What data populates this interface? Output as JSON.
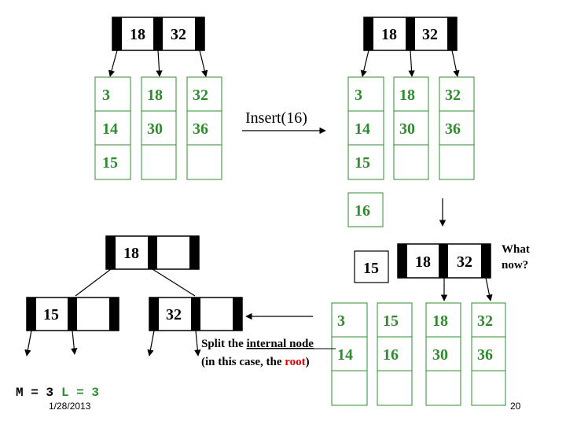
{
  "colors": {
    "leaf": "#2e8b2e",
    "root_word": "#e00000",
    "ink": "#000000"
  },
  "panel_top_left": {
    "root_keys": [
      "18",
      "32"
    ],
    "leaves": [
      [
        "3",
        "14",
        "15"
      ],
      [
        "18",
        "30",
        ""
      ],
      [
        "32",
        "36",
        ""
      ]
    ]
  },
  "insert_label": "Insert(16)",
  "panel_top_right": {
    "root_keys": [
      "18",
      "32"
    ],
    "leaves": [
      [
        "3",
        "14",
        "15"
      ],
      [
        "18",
        "30",
        ""
      ],
      [
        "32",
        "36",
        ""
      ]
    ],
    "overflow_value": "16"
  },
  "panel_bottom_right": {
    "promoted_key": "15",
    "root_keys": [
      "18",
      "32"
    ],
    "question_line1": "What",
    "question_line2": "now?",
    "leaves": [
      [
        "3",
        "14",
        ""
      ],
      [
        "15",
        "16",
        ""
      ],
      [
        "18",
        "30",
        ""
      ],
      [
        "32",
        "36",
        ""
      ]
    ]
  },
  "panel_bottom_left": {
    "new_root_key": "18",
    "left_child_key": "15",
    "right_child_key": "32"
  },
  "split_text": {
    "line1_prefix": "Split the ",
    "line1_underlined": "internal node",
    "line2_prefix": "(in this case, the ",
    "line2_red": "root",
    "line2_suffix": ")"
  },
  "params": {
    "m_label": "M = 3",
    "l_label": "L = 3"
  },
  "footer": {
    "date": "1/28/2013",
    "page": "20"
  }
}
